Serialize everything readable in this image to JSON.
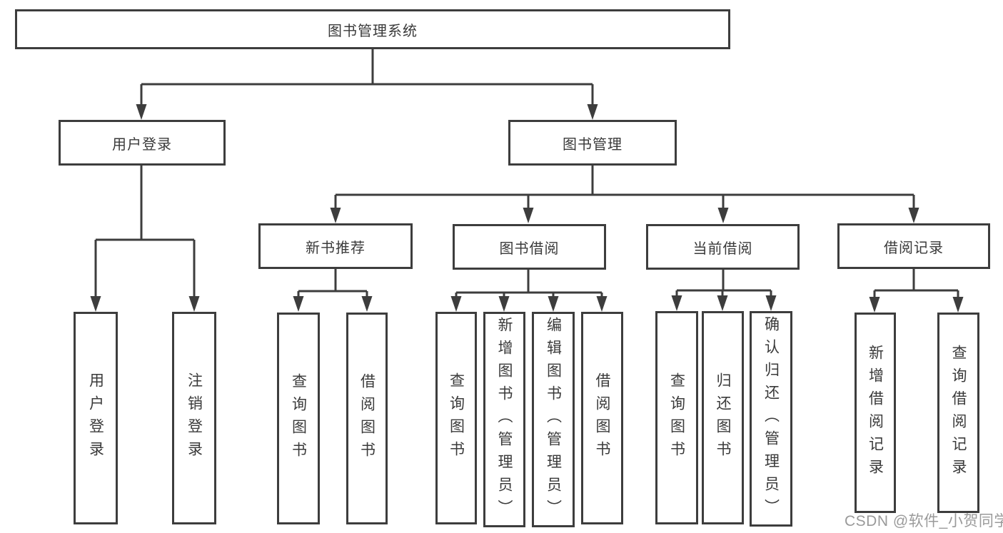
{
  "page": {
    "background": "#ffffff",
    "line_color": "#3d3d3d",
    "text_color": "#3a3a3a"
  },
  "watermark": {
    "text": "CSDN @软件_小贺同学",
    "color": "#9a9a9a"
  },
  "diagram": {
    "root": {
      "label": "图书管理系统"
    },
    "level2": [
      {
        "label": "用户登录",
        "children": [
          {
            "label": "用户登录"
          },
          {
            "label": "注销登录"
          }
        ]
      },
      {
        "label": "图书管理",
        "children": [
          {
            "label": "新书推荐",
            "children": [
              {
                "label": "查询图书"
              },
              {
                "label": "借阅图书"
              }
            ]
          },
          {
            "label": "图书借阅",
            "children": [
              {
                "label": "查询图书"
              },
              {
                "label": "新增图书（管理员）"
              },
              {
                "label": "编辑图书（管理员）"
              },
              {
                "label": "借阅图书"
              }
            ]
          },
          {
            "label": "当前借阅",
            "children": [
              {
                "label": "查询图书"
              },
              {
                "label": "归还图书"
              },
              {
                "label": "确认归还（管理员）"
              }
            ]
          },
          {
            "label": "借阅记录",
            "children": [
              {
                "label": "新增借阅记录"
              },
              {
                "label": "查询借阅记录"
              }
            ]
          }
        ]
      }
    ]
  }
}
